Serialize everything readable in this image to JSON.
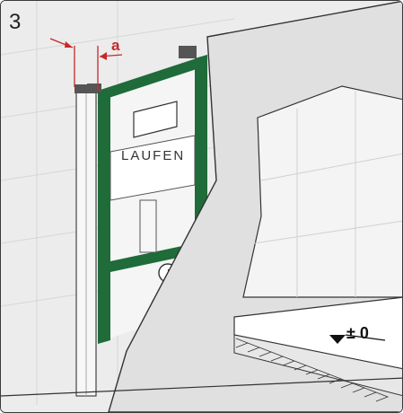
{
  "figure": {
    "step_number": "3",
    "dimension_label": "a",
    "brand_label": "LAUFEN",
    "level_label": "± 0"
  },
  "colors": {
    "frame_green": "#1f6b3a",
    "dimension_red": "#c62828",
    "wall_grey": "#e9e9e9",
    "panel_grey": "#dcdcdc"
  }
}
